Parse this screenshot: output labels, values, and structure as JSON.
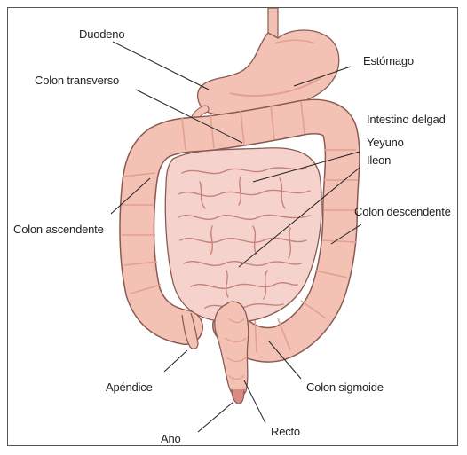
{
  "labels": {
    "duodeno": "Duodeno",
    "estomago": "Estómago",
    "colon_transverso": "Colon transverso",
    "intestino_delgado": "Intestino delgad",
    "yeyuno": "Yeyuno",
    "ileon": "Ileon",
    "colon_ascendente": "Colon ascendente",
    "colon_descendente": "Colon descendente",
    "apendice": "Apéndice",
    "colon_sigmoide": "Colon sigmoide",
    "ano": "Ano",
    "recto": "Recto"
  },
  "colors": {
    "organ_fill": "#f4c2b5",
    "organ_shadow": "#e3a090",
    "small_intestine_fill": "#f6d2cc",
    "outline": "#8a5a52",
    "leader_line": "#222222"
  }
}
